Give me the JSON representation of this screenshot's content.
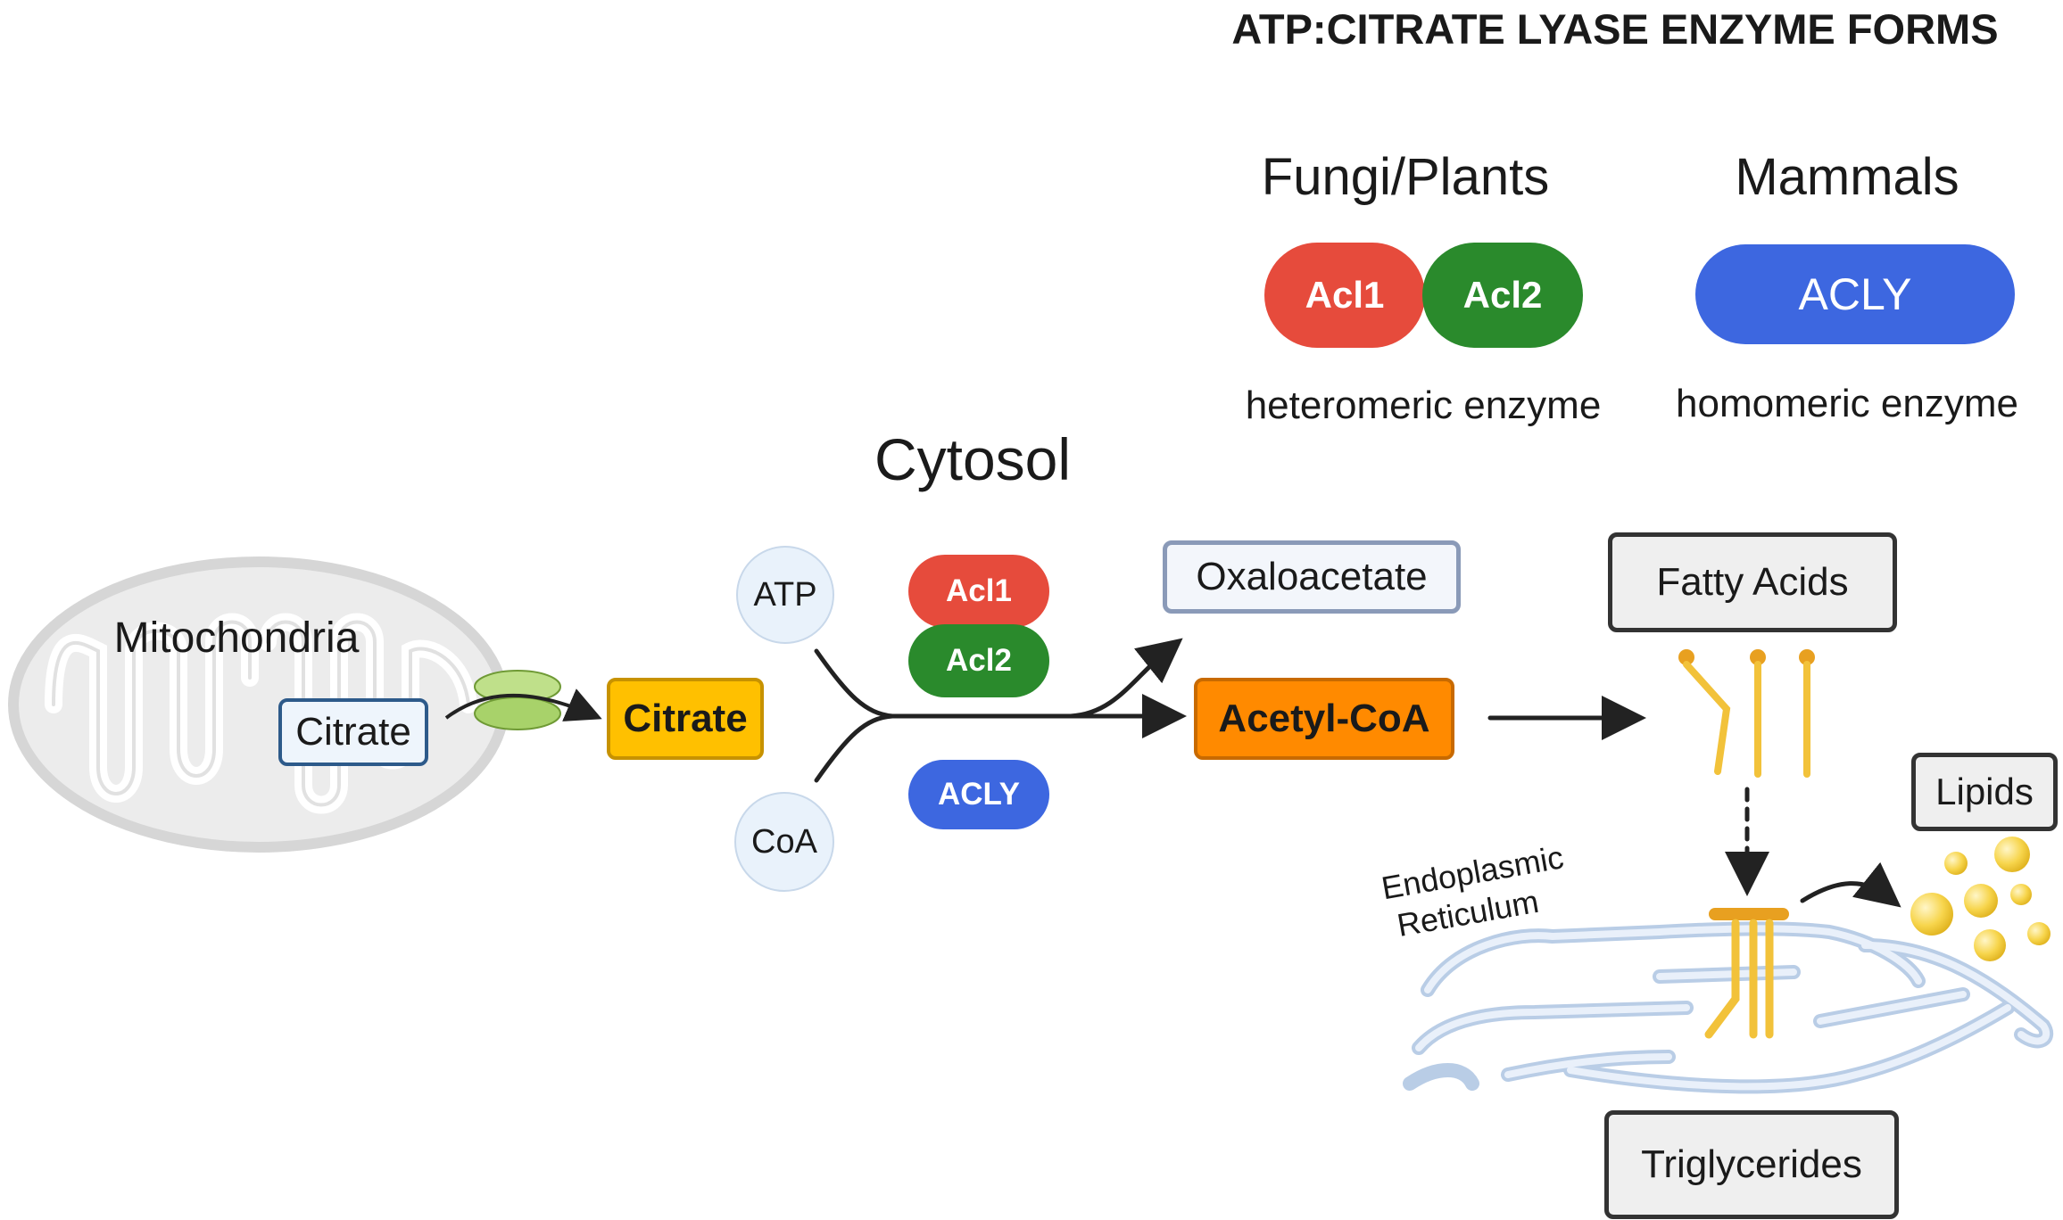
{
  "title": "ATP:CITRATE LYASE ENZYME FORMS",
  "forms": {
    "fungi": {
      "heading": "Fungi/Plants",
      "subunit1": "Acl1",
      "subunit2": "Acl2",
      "caption": "heteromeric enzyme"
    },
    "mammals": {
      "heading": "Mammals",
      "enzyme": "ACLY",
      "caption": "homomeric enzyme"
    }
  },
  "pathway": {
    "compartment": "Cytosol",
    "mitochondria_label": "Mitochondria",
    "mito_citrate": "Citrate",
    "cyto_citrate": "Citrate",
    "atp": "ATP",
    "coa": "CoA",
    "enzymes": {
      "acl1": "Acl1",
      "acl2": "Acl2",
      "acly": "ACLY"
    },
    "oxaloacetate": "Oxaloacetate",
    "acetyl_coa": "Acetyl-CoA",
    "fatty_acids": "Fatty Acids",
    "er_label_line1": "Endoplasmic",
    "er_label_line2": "Reticulum",
    "lipids": "Lipids",
    "triglycerides": "Triglycerides"
  },
  "colors": {
    "acl1_red": "#e64b3c",
    "acl2_green": "#2a8a2c",
    "acly_blue": "#3d67e0",
    "citrate_yellow": "#ffc000",
    "acetyl_orange": "#ff8a00",
    "fatty_acid_yellow": "#f2c23a",
    "er_blue": "#b9cde6",
    "mito_grey": "#d9d9d9"
  }
}
